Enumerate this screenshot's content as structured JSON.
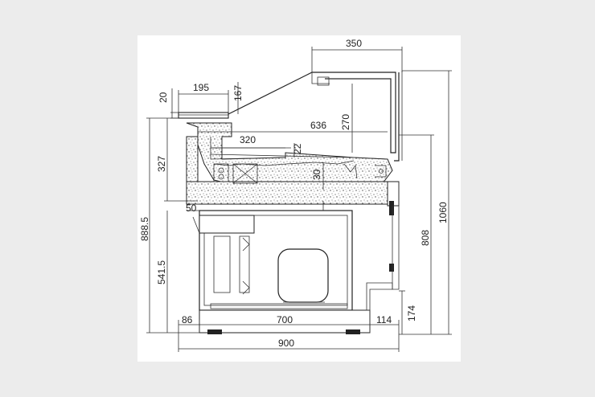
{
  "drawing": {
    "dimensions": {
      "top_350": "350",
      "width_195": "195",
      "thk_20": "20",
      "h_167": "167",
      "h_270": "270",
      "w_636": "636",
      "w_320": "320",
      "h_22": "22",
      "h_327": "327",
      "h_30": "30",
      "h_50": "50",
      "h_888_5": "888.5",
      "h_541_5": "541.5",
      "h_1060": "1060",
      "h_808": "808",
      "h_174": "174",
      "w_86": "86",
      "w_700": "700",
      "w_114": "114",
      "w_900": "900"
    },
    "colors": {
      "line": "#222222",
      "background": "#ececec",
      "sheet": "#ffffff"
    }
  }
}
